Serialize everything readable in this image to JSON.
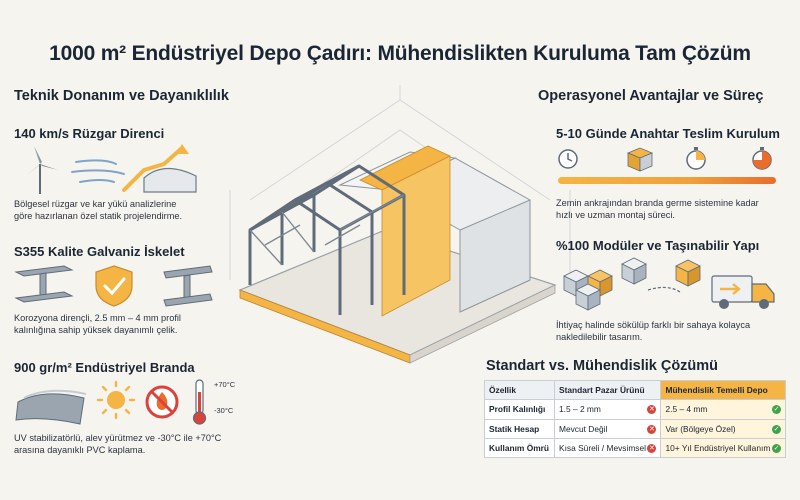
{
  "title": "1000 m² Endüstriyel Depo Çadırı: Mühendislikten Kuruluma Tam Çözüm",
  "left": {
    "heading": "Teknik Donanım ve Dayanıklılık",
    "blocks": [
      {
        "title": "140 km/s Rüzgar Direnci",
        "desc_l1": "Bölgesel rüzgar ve kar yükü analizlerine",
        "desc_l2": "göre hazırlanan özel statik projelendirme."
      },
      {
        "title": "S355 Kalite Galvaniz İskelet",
        "desc_l1": "Korozyona dirençli, 2.5 mm – 4 mm profil",
        "desc_l2": "kalınlığına sahip yüksek dayanımlı çelik."
      },
      {
        "title": "900 gr/m² Endüstriyel Branda",
        "desc_l1": "UV stabilizatörlü, alev yürütmez ve -30°C ile +70°C",
        "desc_l2": "arasına dayanıklı PVC kaplama."
      }
    ],
    "thermo_high": "+70°C",
    "thermo_low": "-30°C"
  },
  "right": {
    "heading": "Operasyonel Avantajlar ve Süreç",
    "blocks": [
      {
        "title": "5-10 Günde Anahtar Teslim Kurulum",
        "desc_l1": "Zemin ankrajından branda germe sistemine kadar",
        "desc_l2": "hızlı ve uzman montaj süreci."
      },
      {
        "title": "%100 Modüler ve Taşınabilir Yapı",
        "desc_l1": "İhtiyaç halinde sökülüp farklı bir sahaya kolayca",
        "desc_l2": "nakledilebilir tasarım."
      }
    ],
    "table_heading": "Standart vs. Mühendislik Çözümü",
    "table": {
      "headers": [
        "Özellik",
        "Standart Pazar Ürünü",
        "Mühendislik Temelli Depo"
      ],
      "rows": [
        [
          "Profil Kalınlığı",
          "1.5 – 2 mm",
          "2.5 – 4 mm"
        ],
        [
          "Statik Hesap",
          "Mevcut Değil",
          "Var (Bölgeye Özel)"
        ],
        [
          "Kullanım Ömrü",
          "Kısa Süreli / Mevsimsel",
          "10+ Yıl Endüstriyel Kullanım"
        ]
      ]
    }
  },
  "colors": {
    "accent": "#f4b544",
    "steel": "#5f6b78",
    "ok": "#3fa34d",
    "bad": "#d9433b"
  }
}
